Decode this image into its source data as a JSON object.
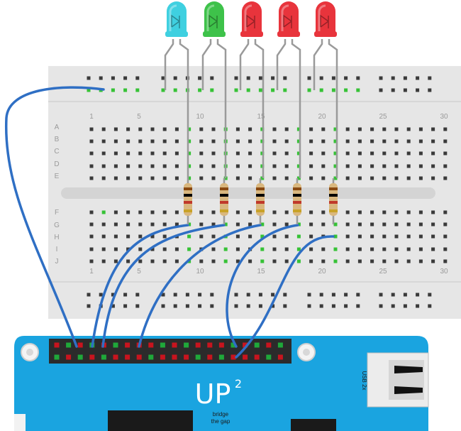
{
  "breadboard": {
    "column_numbers": [
      "1",
      "5",
      "10",
      "15",
      "20",
      "25",
      "30"
    ],
    "row_letters_top": [
      "A",
      "B",
      "C",
      "D",
      "E"
    ],
    "row_letters_bottom": [
      "F",
      "G",
      "H",
      "I",
      "J"
    ]
  },
  "leds": [
    {
      "color": "cyan",
      "hex": "#3fd0e0"
    },
    {
      "color": "green",
      "hex": "#3ec24a"
    },
    {
      "color": "red",
      "hex": "#e8343c"
    },
    {
      "color": "red",
      "hex": "#e8343c"
    },
    {
      "color": "red",
      "hex": "#e8343c"
    }
  ],
  "board": {
    "logo": "UP",
    "logo_superscript": "2",
    "tagline_1": "bridge",
    "tagline_2": "the gap",
    "usb_label": "USB 2x",
    "board_color": "#1aa4e0"
  },
  "colors": {
    "breadboard": "#e6e6e6",
    "wire": "#2f6fc4",
    "hole": "#3a3a3a",
    "connected_hole": "#36c236",
    "pin_red": "#c8141e",
    "pin_green": "#1fa83a"
  }
}
